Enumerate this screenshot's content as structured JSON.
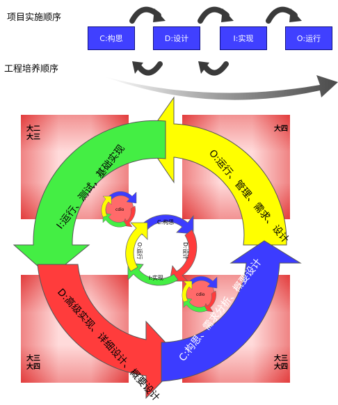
{
  "header": {
    "impl_order_label": "项目实施顺序",
    "training_order_label": "工程培养顺序"
  },
  "phases": [
    {
      "id": "C",
      "label": "C:构思"
    },
    {
      "id": "D",
      "label": "D:设计"
    },
    {
      "id": "I",
      "label": "I:实现"
    },
    {
      "id": "O",
      "label": "O:运行"
    }
  ],
  "big_cycle": {
    "o_text": "O:运行、管理、需求、设计",
    "i_text": "I:运行、测试，基础实现",
    "d_text": "D:高级实现、详细设计、概要设计",
    "c_text": "C:构思、需求分析、概要设计",
    "colors": {
      "yellow": "#ffff00",
      "green": "#44ee44",
      "red": "#ff3c3c",
      "blue": "#3c3cff"
    }
  },
  "center_cycle": {
    "c": "C:构思",
    "d": "D:设计",
    "i": "I:实现",
    "o": "O:运行"
  },
  "mini_cycle": {
    "center": "cdio"
  },
  "years": {
    "top_left": [
      "大二",
      "大三"
    ],
    "top_right": [
      "大四"
    ],
    "bottom_left": [
      "大三",
      "大四"
    ],
    "bottom_right": [
      "大三",
      "大四"
    ]
  }
}
